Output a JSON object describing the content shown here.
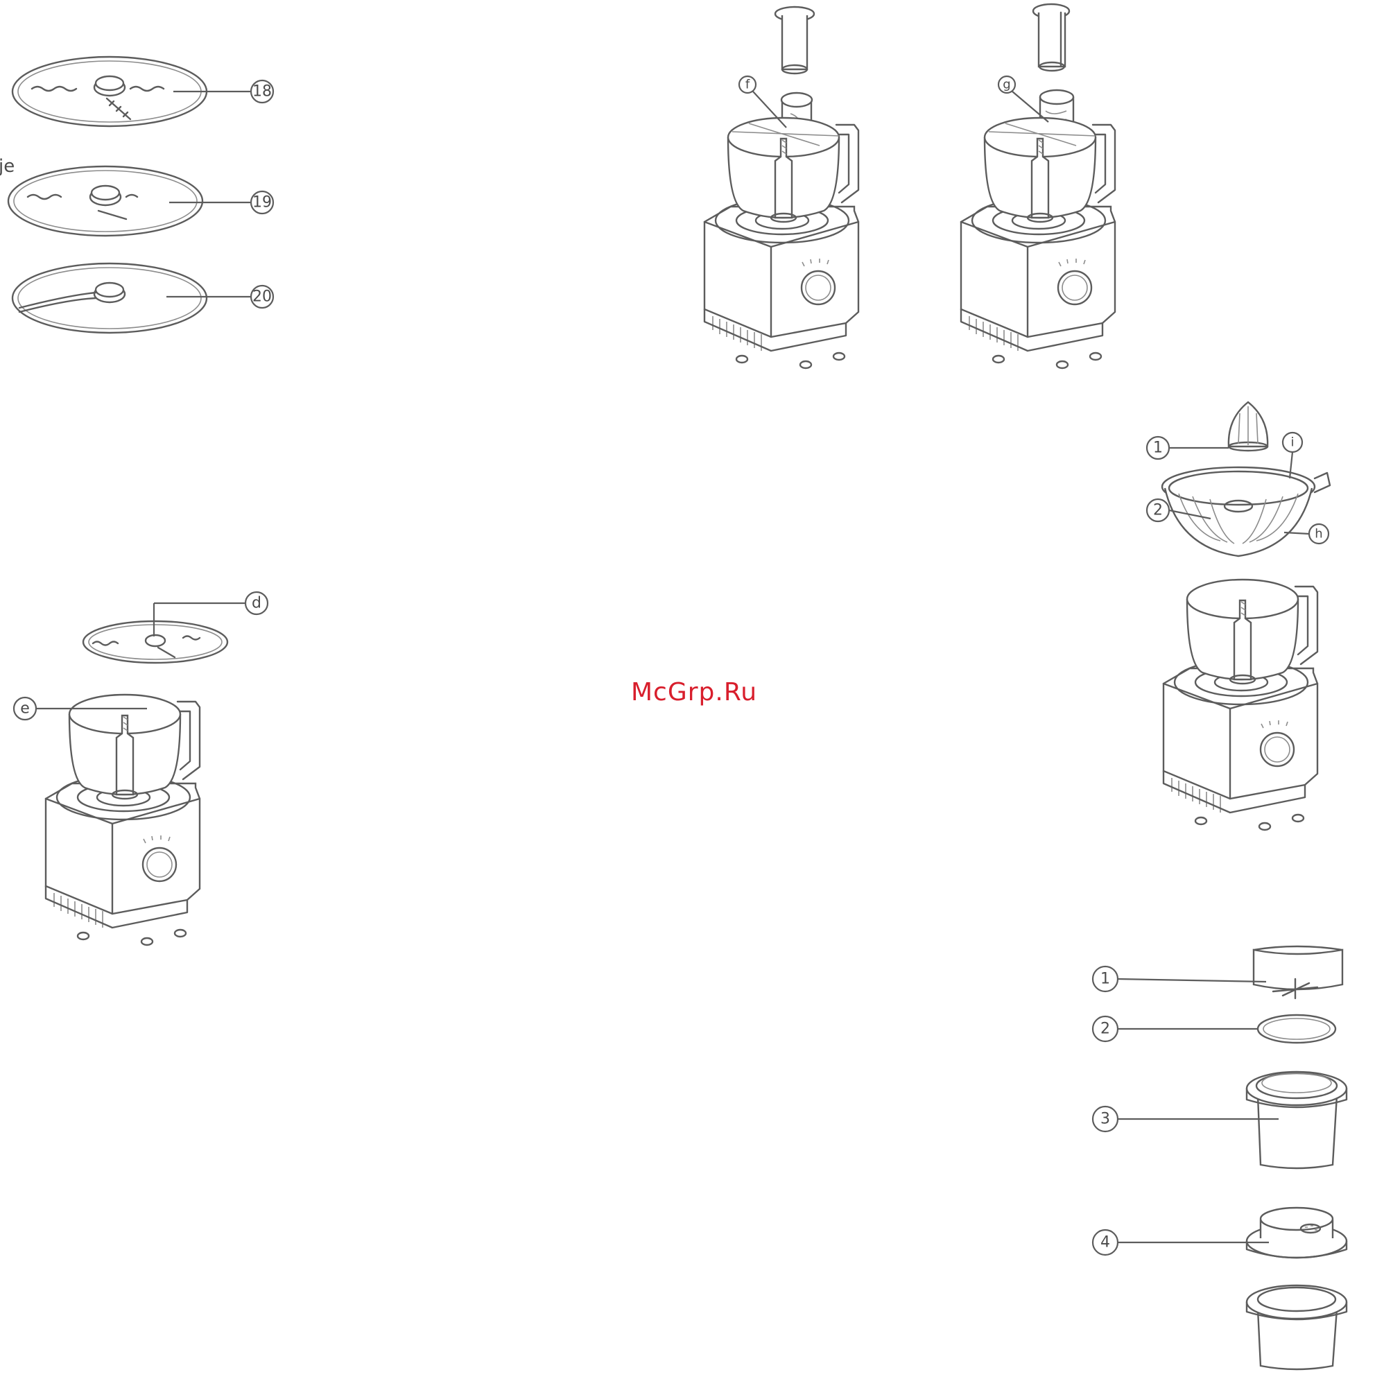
{
  "watermark": "McGrp.Ru",
  "edge_fragment": "je",
  "discs": {
    "top": "18",
    "middle": "19",
    "bottom": "20"
  },
  "assembly_chopper": {
    "disc": "d",
    "shaft": "e"
  },
  "assembly_pusher_left": {
    "part": "f"
  },
  "assembly_pusher_right": {
    "part": "g"
  },
  "citrus_press": {
    "cone": "1",
    "strainer": "2",
    "tab": "i",
    "edge": "h"
  },
  "mill": {
    "blade_unit": "1",
    "seal_ring": "2",
    "cup": "3",
    "lid": "4"
  }
}
